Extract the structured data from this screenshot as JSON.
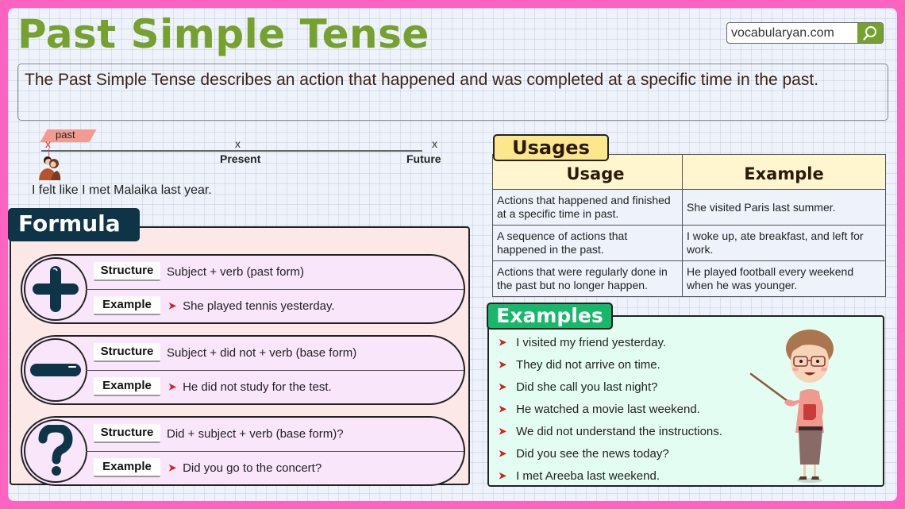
{
  "header": {
    "title": "Past Simple Tense",
    "site": "vocabularyan.com",
    "search_icon": "search-icon"
  },
  "definition": "The Past Simple Tense describes an action that happened and was completed at a specific time in the past.",
  "timeline": {
    "past_label": "past",
    "marker": "x",
    "present_label": "Present",
    "future_label": "Future",
    "sentence": "I felt like I met Malaika last year."
  },
  "formula": {
    "heading": "Formula",
    "structure_label": "Structure",
    "example_label": "Example",
    "items": [
      {
        "type": "positive",
        "icon": "plus-icon",
        "structure": "Subject + verb (past form)",
        "example": "She played tennis yesterday."
      },
      {
        "type": "negative",
        "icon": "minus-icon",
        "structure": "Subject + did not + verb (base form)",
        "example": "He did not study for the test."
      },
      {
        "type": "question",
        "icon": "question-icon",
        "structure": "Did + subject + verb (base form)?",
        "example": "Did you go to the concert?"
      }
    ]
  },
  "usages": {
    "heading": "Usages",
    "columns": [
      "Usage",
      "Example"
    ],
    "rows": [
      [
        "Actions that happened and finished at a specific time in past.",
        "She visited Paris last summer."
      ],
      [
        "A sequence of actions that happened in the past.",
        "I woke up, ate breakfast, and left for work."
      ],
      [
        "Actions that were regularly done in the past but no longer happen.",
        "He played football every weekend when he was younger."
      ]
    ]
  },
  "examples": {
    "heading": "Examples",
    "items": [
      "I visited my friend yesterday.",
      "They did not arrive on time.",
      "Did she call you last night?",
      "He watched a movie last weekend.",
      "We did not understand the instructions.",
      "Did you see the news today?",
      "I met Areeba last weekend."
    ]
  },
  "colors": {
    "frame": "#ff63c2",
    "title": "#76a12e",
    "formula_tag": "#0d3447",
    "usages_tag": "#fce78c",
    "examples_tag": "#16b86a",
    "bullet": "#d32222"
  }
}
